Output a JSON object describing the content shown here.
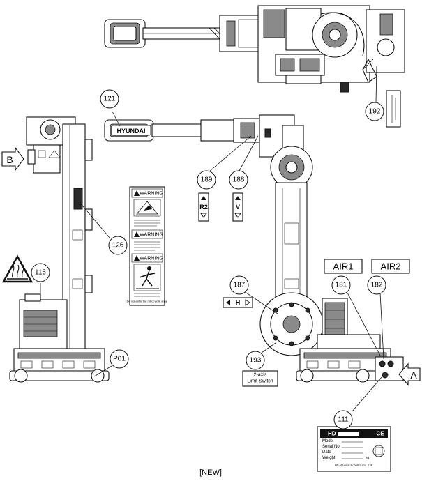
{
  "callouts": {
    "c121": "121",
    "c192": "192",
    "c189": "189",
    "c188": "188",
    "c126": "126",
    "c115": "115",
    "c187": "187",
    "c181": "181",
    "c182": "182",
    "c193": "193",
    "cP01": "P01",
    "c111": "111"
  },
  "labels": {
    "view_b": "B",
    "view_a": "A",
    "air1": "AIR1",
    "air2": "AIR2",
    "limit_switch_line1": "2-axis",
    "limit_switch_line2": "Limit Switch",
    "arm_brand": "HYUNDAI",
    "axis_r2": "R2",
    "axis_v": "V",
    "axis_h": "H",
    "footer": "[NEW]"
  },
  "warning_card": {
    "header_1": "WARNING",
    "header_2": "WARNING",
    "header_3": "WARNING",
    "footer_text": "Do not enter the robot work area."
  },
  "nameplate": {
    "logo": "HD",
    "ce": "CE",
    "rows": [
      "Model",
      "Serial No.",
      "Date",
      "Weight"
    ],
    "weight_unit": "kg",
    "maker": "HD Hyundai Robotics Co., Ltd."
  }
}
